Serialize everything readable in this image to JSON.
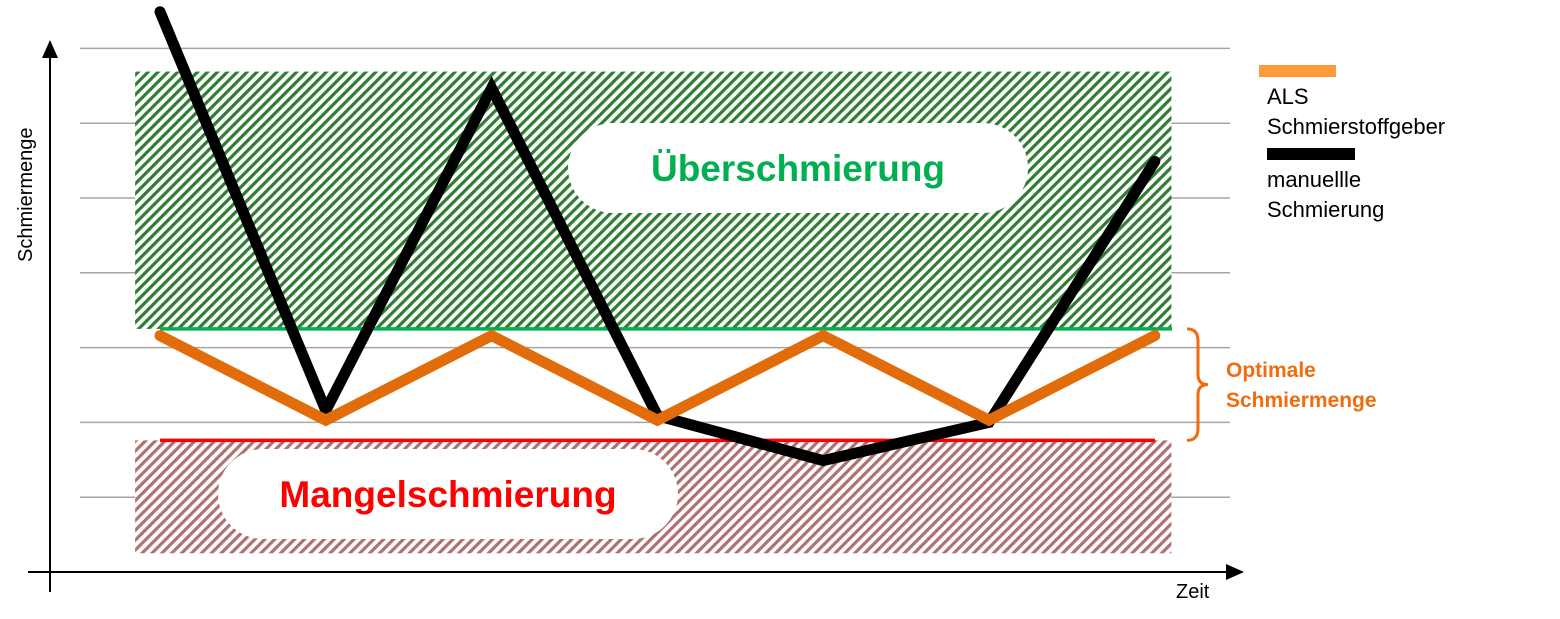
{
  "chart_data": {
    "type": "line",
    "title": "",
    "xlabel": "Zeit",
    "ylabel": "Schmiermenge",
    "xlim": [
      -0.7,
      6.5
    ],
    "ylim": [
      0,
      7
    ],
    "grid": true,
    "legend_placement": "right",
    "x": [
      0,
      1,
      2,
      3,
      4,
      5,
      6
    ],
    "series": [
      {
        "name": "ALS Schmierstoffgeber",
        "legend_lines": [
          "ALS",
          "Schmierstoffgeber"
        ],
        "color": "#E36C0A",
        "legend_color": "#FF9A3C",
        "values": [
          3.16,
          2.03,
          3.16,
          2.03,
          3.16,
          2.03,
          3.16
        ]
      },
      {
        "name": "manuellle Schmierung",
        "legend_lines": [
          "manuellle",
          "Schmierung"
        ],
        "color": "#000000",
        "legend_color": "#000000",
        "values": [
          7.49,
          2.16,
          6.47,
          2.09,
          1.49,
          2.0,
          5.49
        ]
      }
    ],
    "zones": [
      {
        "label": "Überschmierung",
        "from": 3.25,
        "to": 6.69,
        "color": "#00B050",
        "hatch": "#2E7D32",
        "x_from": -0.15,
        "x_to": 6.1
      },
      {
        "label": "Mangelschmierung",
        "from": 0.25,
        "to": 1.76,
        "color": "#FF0000",
        "hatch": "#B07070",
        "x_from": -0.15,
        "x_to": 6.1
      }
    ],
    "annotation": {
      "lines": [
        "Optimale",
        "Schmiermenge"
      ],
      "color": "#F26B0F",
      "from": 1.76,
      "to": 3.25
    }
  }
}
